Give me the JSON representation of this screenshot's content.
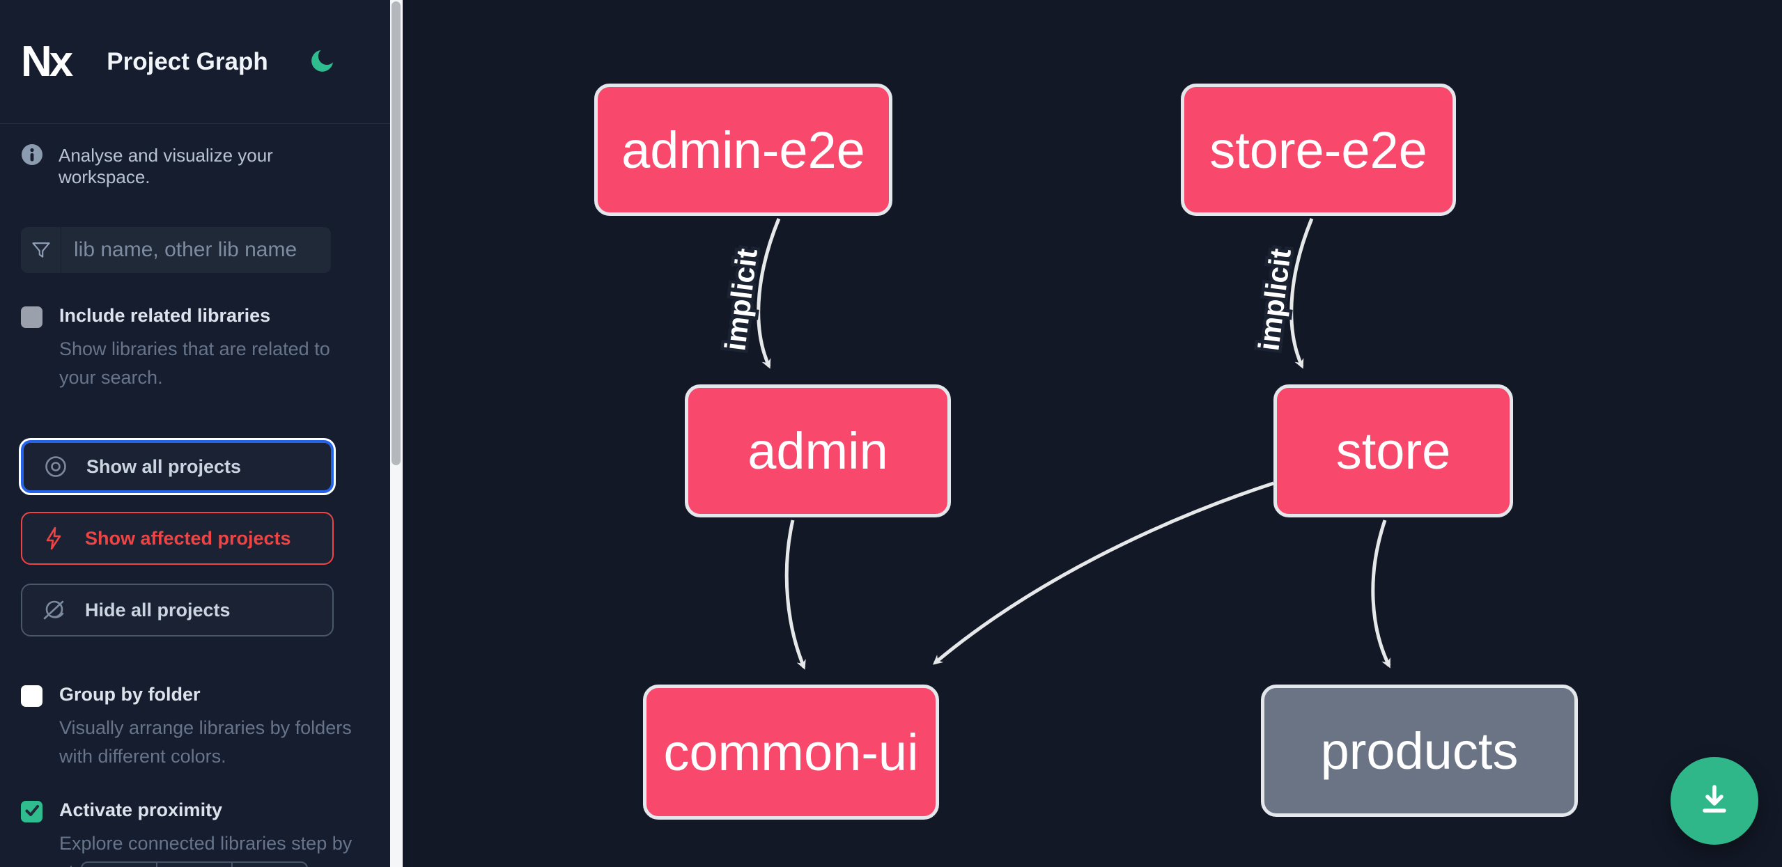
{
  "header": {
    "logo_text": "Nx",
    "title": "Project Graph"
  },
  "sidebar": {
    "tagline": "Analyse and visualize your workspace.",
    "search_placeholder": "lib name, other lib name",
    "checkboxes": [
      {
        "label": "Include related libraries",
        "description": "Show libraries that are related to your search.",
        "checked": false,
        "state": "disabled"
      },
      {
        "label": "Group by folder",
        "description": "Visually arrange libraries by folders with different colors.",
        "checked": false,
        "state": "enabled"
      },
      {
        "label": "Activate proximity",
        "description": "Explore connected libraries step by step.",
        "checked": true,
        "state": "enabled"
      }
    ],
    "buttons": [
      {
        "label": "Show all projects",
        "icon": "eye-icon",
        "state": "focused"
      },
      {
        "label": "Show affected projects",
        "icon": "lightning-bolt-icon",
        "state": "danger"
      },
      {
        "label": "Hide all projects",
        "icon": "eye-off-icon",
        "state": "default"
      }
    ]
  },
  "graph": {
    "nodes": [
      {
        "id": "admin-e2e",
        "label": "admin-e2e",
        "color": "pink"
      },
      {
        "id": "store-e2e",
        "label": "store-e2e",
        "color": "pink"
      },
      {
        "id": "admin",
        "label": "admin",
        "color": "pink"
      },
      {
        "id": "store",
        "label": "store",
        "color": "pink"
      },
      {
        "id": "common-ui",
        "label": "common-ui",
        "color": "pink"
      },
      {
        "id": "products",
        "label": "products",
        "color": "gray"
      }
    ],
    "edges": [
      {
        "from": "admin-e2e",
        "to": "admin",
        "label": "implicit"
      },
      {
        "from": "store-e2e",
        "to": "store",
        "label": "implicit"
      },
      {
        "from": "admin",
        "to": "common-ui",
        "label": ""
      },
      {
        "from": "store",
        "to": "common-ui",
        "label": ""
      },
      {
        "from": "store",
        "to": "products",
        "label": ""
      }
    ]
  },
  "fab": {
    "icon": "download-icon"
  },
  "colors": {
    "sidebar_bg": "#161d2e",
    "canvas_bg": "#121826",
    "node_pink": "#f8486b",
    "node_gray": "#6b7484",
    "node_border": "#e4e7eb",
    "edge": "#e7e8ea",
    "accent_green": "#2fbd8f",
    "focus_blue": "#2563eb",
    "danger_red": "#ef4444"
  }
}
